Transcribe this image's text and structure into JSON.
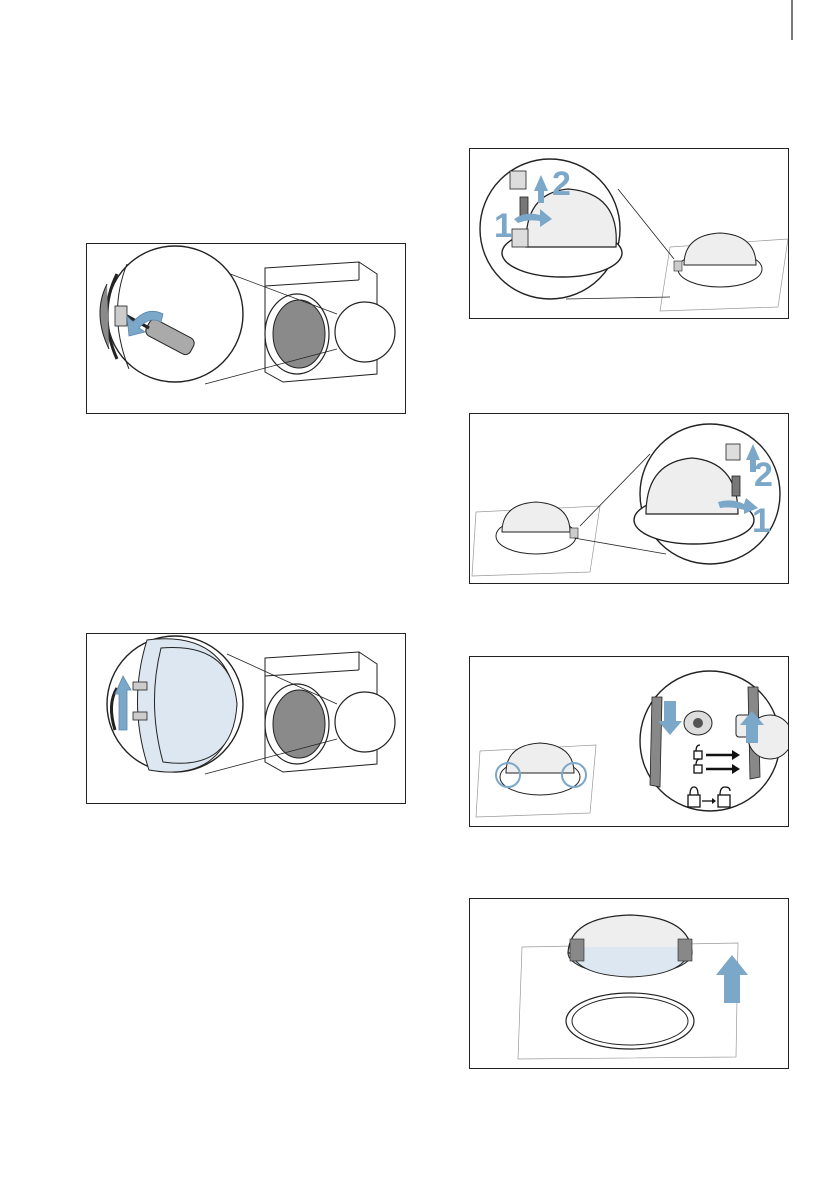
{
  "page": {
    "title": ""
  },
  "figures": [
    {
      "id": "remove-hinge-screw",
      "labels": []
    },
    {
      "id": "lift-door-off",
      "labels": []
    },
    {
      "id": "remove-hinge-left",
      "labels": [
        "1",
        "2"
      ]
    },
    {
      "id": "remove-hinge-right",
      "labels": [
        "2",
        "1"
      ]
    },
    {
      "id": "release-locks",
      "labels": []
    },
    {
      "id": "lift-frame",
      "labels": []
    }
  ],
  "colors": {
    "accent": "#7ba7c9",
    "line": "#222222",
    "drum": "#8a8a8a",
    "glass": "#dde7f1"
  }
}
